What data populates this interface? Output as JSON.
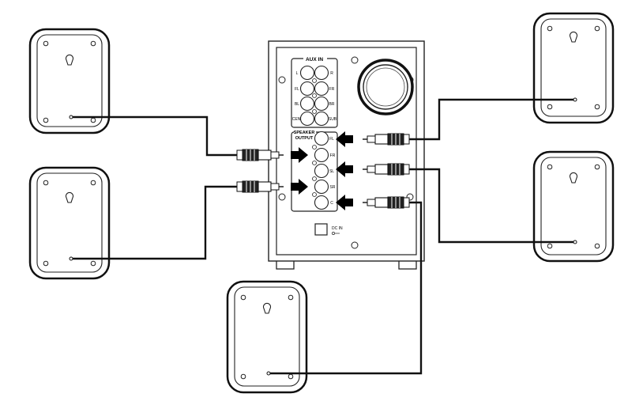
{
  "aux_in": {
    "title": "AUX IN",
    "jacks": {
      "l": "L",
      "r": "R",
      "fl": "FL",
      "fr": "FR",
      "bl": "BL",
      "br": "BR",
      "cen": "CEN",
      "sub": "SUB"
    }
  },
  "speaker_output": {
    "title_line1": "SPEAKER",
    "title_line2": "OUTPUT",
    "jacks": {
      "fl": "FL",
      "fr": "FR",
      "sl": "SL",
      "sr": "SR",
      "c": "C"
    }
  },
  "power": {
    "dc_in_label": "DC IN"
  },
  "colors": {
    "ink": "#000000",
    "outline": "#1a1a1a",
    "bg": "#ffffff",
    "wire": "#111111"
  }
}
